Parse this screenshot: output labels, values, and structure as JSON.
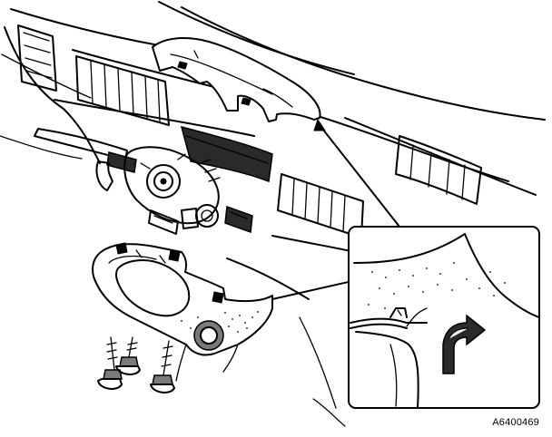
{
  "figure": {
    "code": "A6400469"
  },
  "colors": {
    "ink": "#000000",
    "paper": "#ffffff",
    "shade": "#7a7a7a"
  },
  "parts": {
    "upper_cover": "upper-steering-column-cover",
    "lower_cover": "lower-steering-column-cover",
    "screws": 3,
    "detail_arrow": "rotate-clip-release-arrow"
  }
}
